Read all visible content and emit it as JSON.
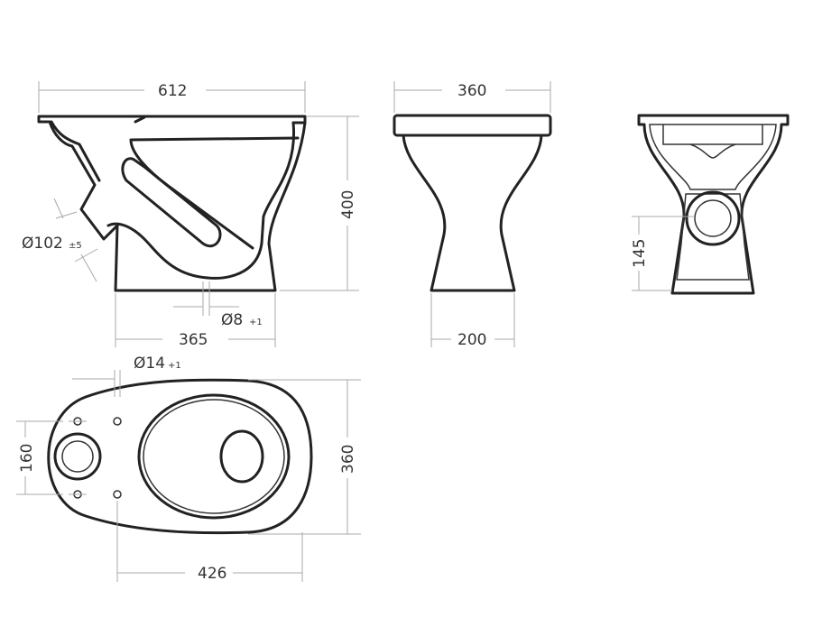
{
  "drawing": {
    "side_view": {
      "width": "612",
      "depth": "365",
      "height": "400",
      "outlet_diameter": "Ø102",
      "outlet_tolerance": "±5",
      "hole_diameter": "Ø8",
      "hole_tolerance": "+1"
    },
    "front_view": {
      "width": "360",
      "base_width": "200"
    },
    "back_view": {
      "outlet_height": "145"
    },
    "top_view": {
      "hole_diameter": "Ø14",
      "hole_tolerance": "+1",
      "hole_spacing": "160",
      "width": "360",
      "length": "426"
    }
  }
}
